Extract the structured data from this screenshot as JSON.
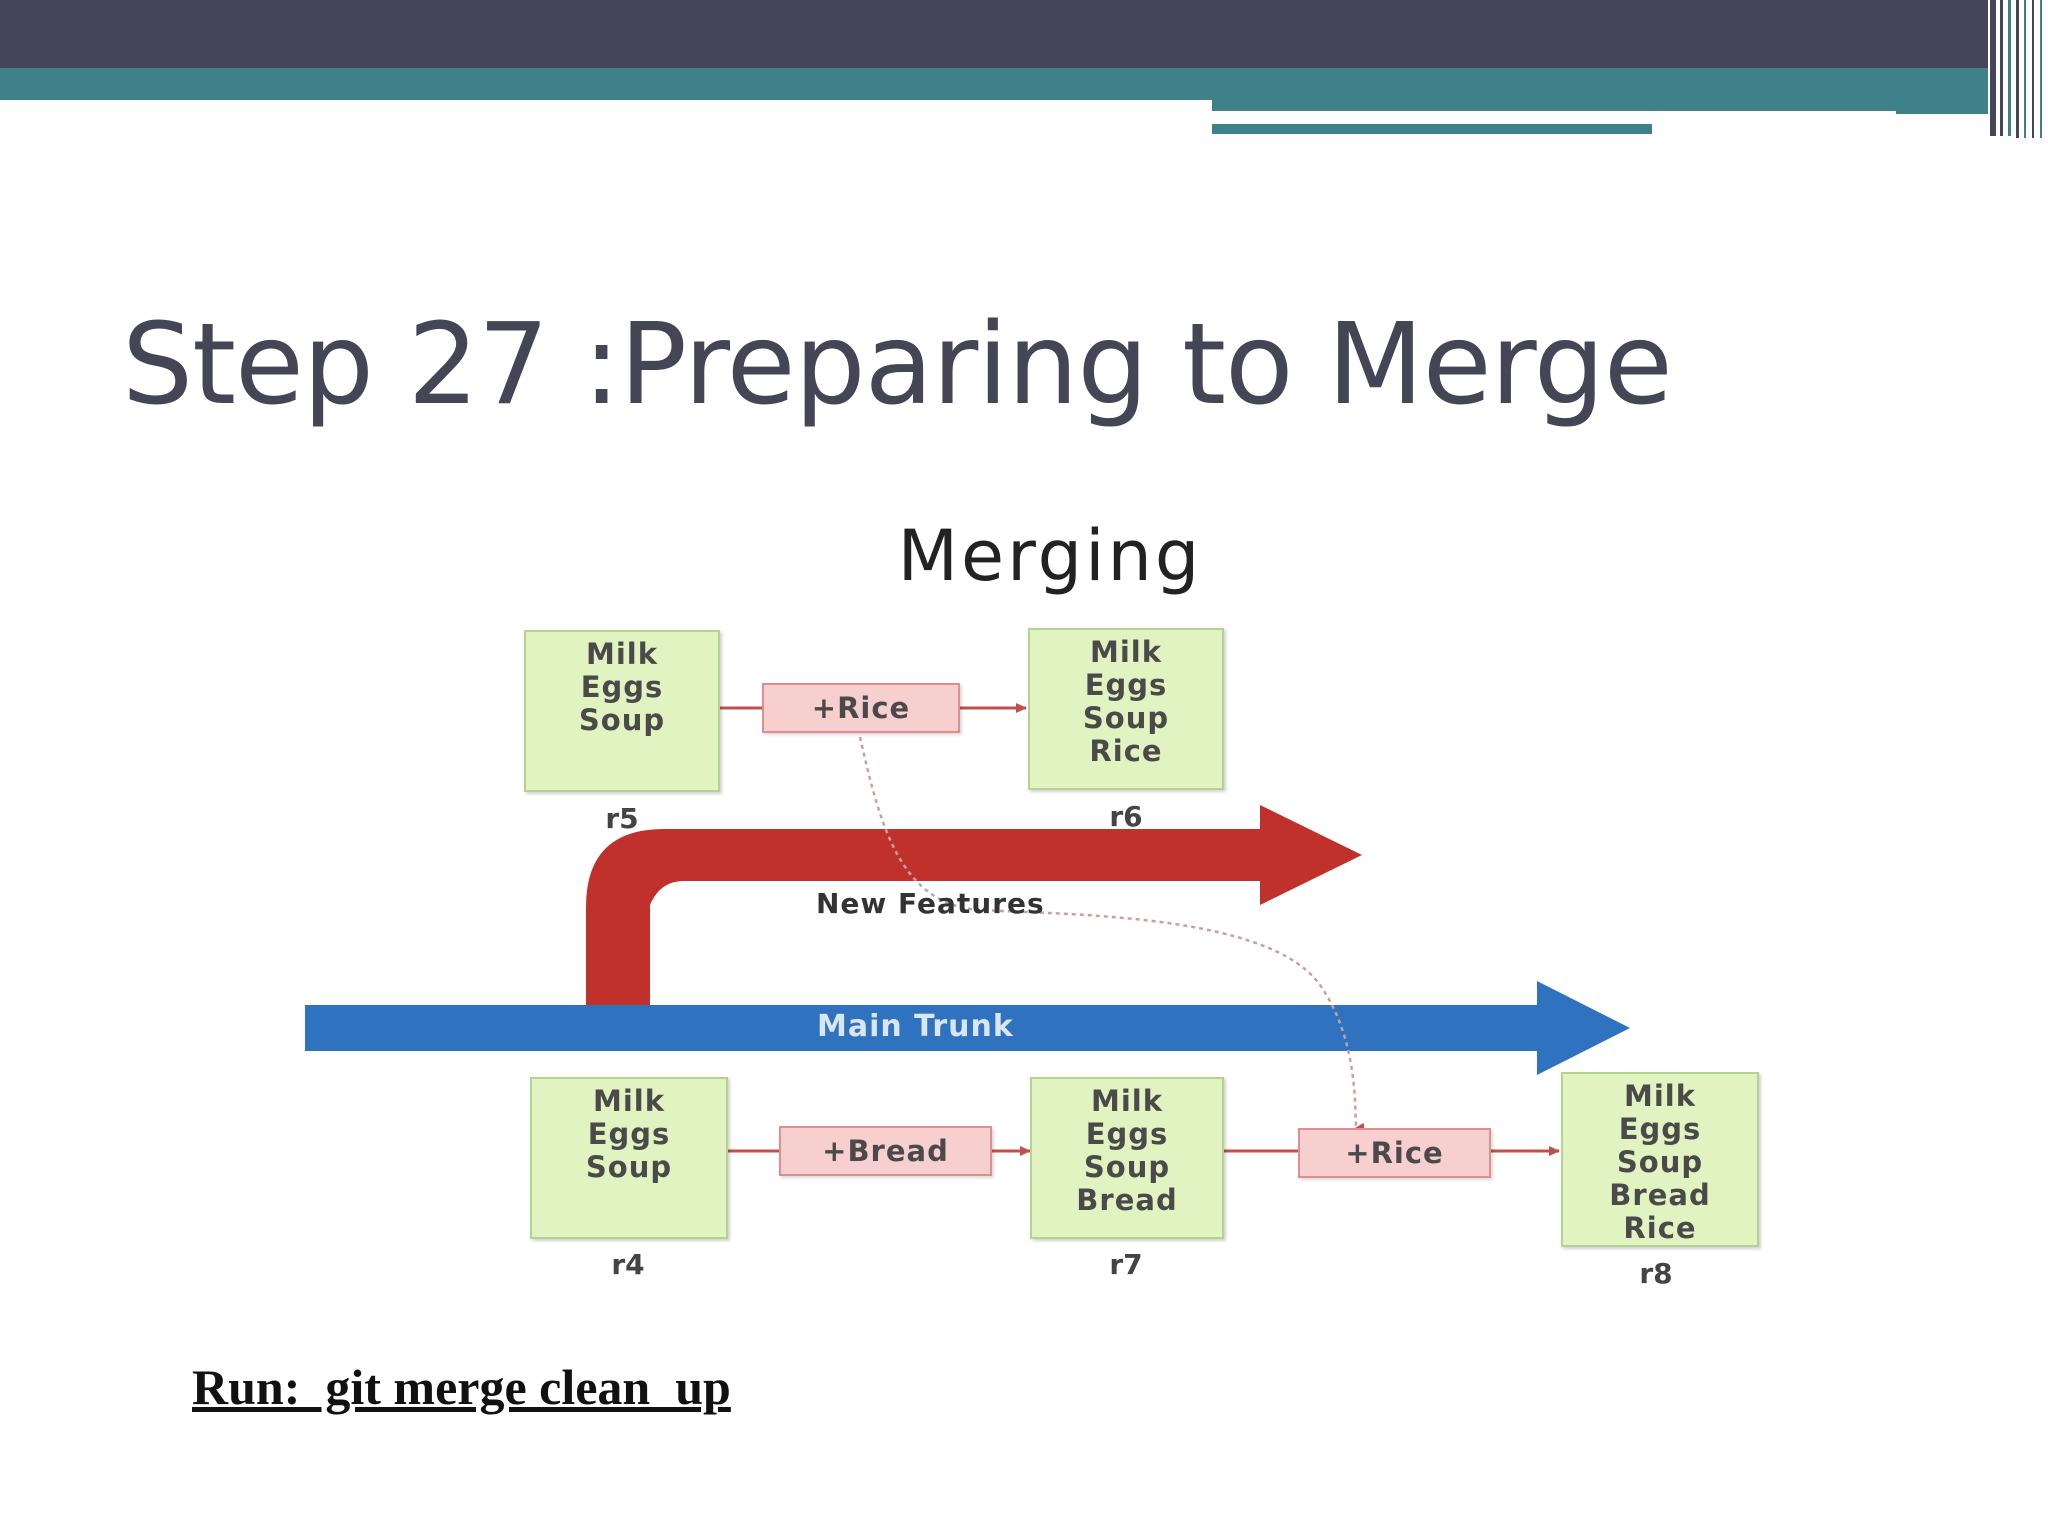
{
  "slide": {
    "title": "Step 27 :Preparing to Merge",
    "command": "Run:  git merge clean_up"
  },
  "diagram": {
    "title": "Merging",
    "branch_label": "New Features",
    "trunk_label": "Main Trunk",
    "revisions": {
      "r5": {
        "label": "r5",
        "items": [
          "Milk",
          "Eggs",
          "Soup"
        ]
      },
      "r6": {
        "label": "r6",
        "items": [
          "Milk",
          "Eggs",
          "Soup",
          "Rice"
        ]
      },
      "r4": {
        "label": "r4",
        "items": [
          "Milk",
          "Eggs",
          "Soup"
        ]
      },
      "r7": {
        "label": "r7",
        "items": [
          "Milk",
          "Eggs",
          "Soup",
          "Bread"
        ]
      },
      "r8": {
        "label": "r8",
        "items": [
          "Milk",
          "Eggs",
          "Soup",
          "Bread",
          "Rice"
        ]
      }
    },
    "changes": {
      "branch_rice": "+Rice",
      "trunk_bread": "+Bread",
      "trunk_rice": "+Rice"
    }
  },
  "colors": {
    "header_dark": "#45455a",
    "header_teal": "#3e8188",
    "title_text": "#444655",
    "branch_arrow": "#c0312c",
    "trunk_arrow": "#2f72bf",
    "revision_fill": "#e2f3c2",
    "change_fill": "#f8cfcf",
    "connector": "#c0504d"
  }
}
